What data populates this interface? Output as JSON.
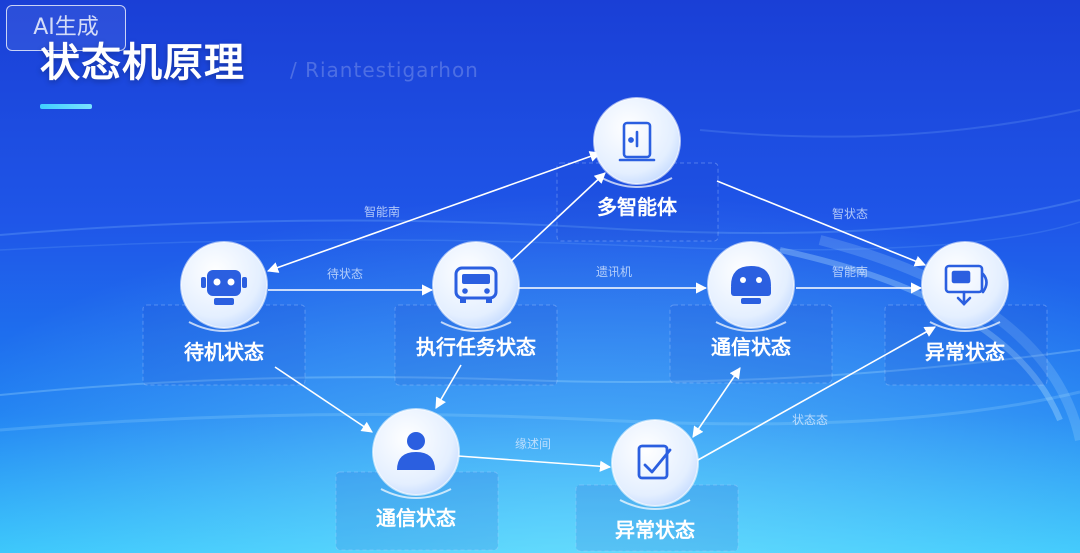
{
  "watermark": "AI生成",
  "page": {
    "title": "状态机原理",
    "subtitle": "/ Riantestigarhon"
  },
  "colors": {
    "accent": "#3fd0ff",
    "node_icon": "#2b5fe0",
    "edge": "#ffffff"
  },
  "nodes": [
    {
      "id": "multi-agent",
      "label": "多智能体",
      "icon": "tablet-icon"
    },
    {
      "id": "idle",
      "label": "待机状态",
      "icon": "robot-icon"
    },
    {
      "id": "executing",
      "label": "执行任务状态",
      "icon": "bus-robot-icon"
    },
    {
      "id": "comm-right",
      "label": "通信状态",
      "icon": "robot-head-icon"
    },
    {
      "id": "error-right",
      "label": "异常状态",
      "icon": "monitor-icon"
    },
    {
      "id": "comm-bottom",
      "label": "通信状态",
      "icon": "user-icon"
    },
    {
      "id": "error-bottom",
      "label": "异常状态",
      "icon": "edit-check-icon"
    }
  ],
  "edges": [
    {
      "id": "multi-idle",
      "label": "智能南"
    },
    {
      "id": "idle-exec",
      "label": "待状态"
    },
    {
      "id": "exec-multi",
      "label": ""
    },
    {
      "id": "multi-errorR",
      "label": "智状态"
    },
    {
      "id": "exec-commR",
      "label": "遗讯机"
    },
    {
      "id": "commR-errorR",
      "label": "智能南"
    },
    {
      "id": "idle-commB",
      "label": ""
    },
    {
      "id": "exec-commB",
      "label": ""
    },
    {
      "id": "commB-errorB",
      "label": "缘述间"
    },
    {
      "id": "errorB-commR",
      "label": ""
    },
    {
      "id": "errorB-errorR",
      "label": "状态态"
    }
  ]
}
